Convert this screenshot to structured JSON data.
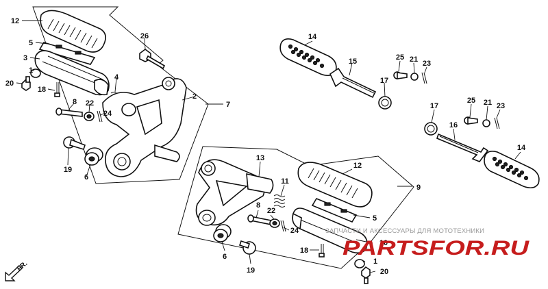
{
  "diagram": {
    "labels": {
      "p12a": "12",
      "p5a": "5",
      "p3": "3",
      "p1a": "1",
      "p20a": "20",
      "p18a": "18",
      "p4": "4",
      "p8a": "8",
      "p22a": "22",
      "p24a": "24",
      "p26": "26",
      "p2": "2",
      "p7": "7",
      "p19a": "19",
      "p6a": "6",
      "p14a": "14",
      "p15": "15",
      "p17a": "17",
      "p25a": "25",
      "p21a": "21",
      "p23a": "23",
      "p17b": "17",
      "p16": "16",
      "p25b": "25",
      "p21b": "21",
      "p23b": "23",
      "p14b": "14",
      "p13": "13",
      "p12b": "12",
      "p9": "9",
      "p11": "11",
      "p8b": "8",
      "p22b": "22",
      "p24b": "24",
      "p5b": "5",
      "p10": "10",
      "p18b": "18",
      "p1b": "1",
      "p20b": "20",
      "p6b": "6",
      "p19b": "19"
    },
    "direction_marker": "FR.",
    "watermark": {
      "tagline": "ЗАПЧАСТИ И АКСЕССУАРЫ ДЛЯ МОТОТЕХНИКИ",
      "brand": "PARTSFOR.RU"
    }
  }
}
